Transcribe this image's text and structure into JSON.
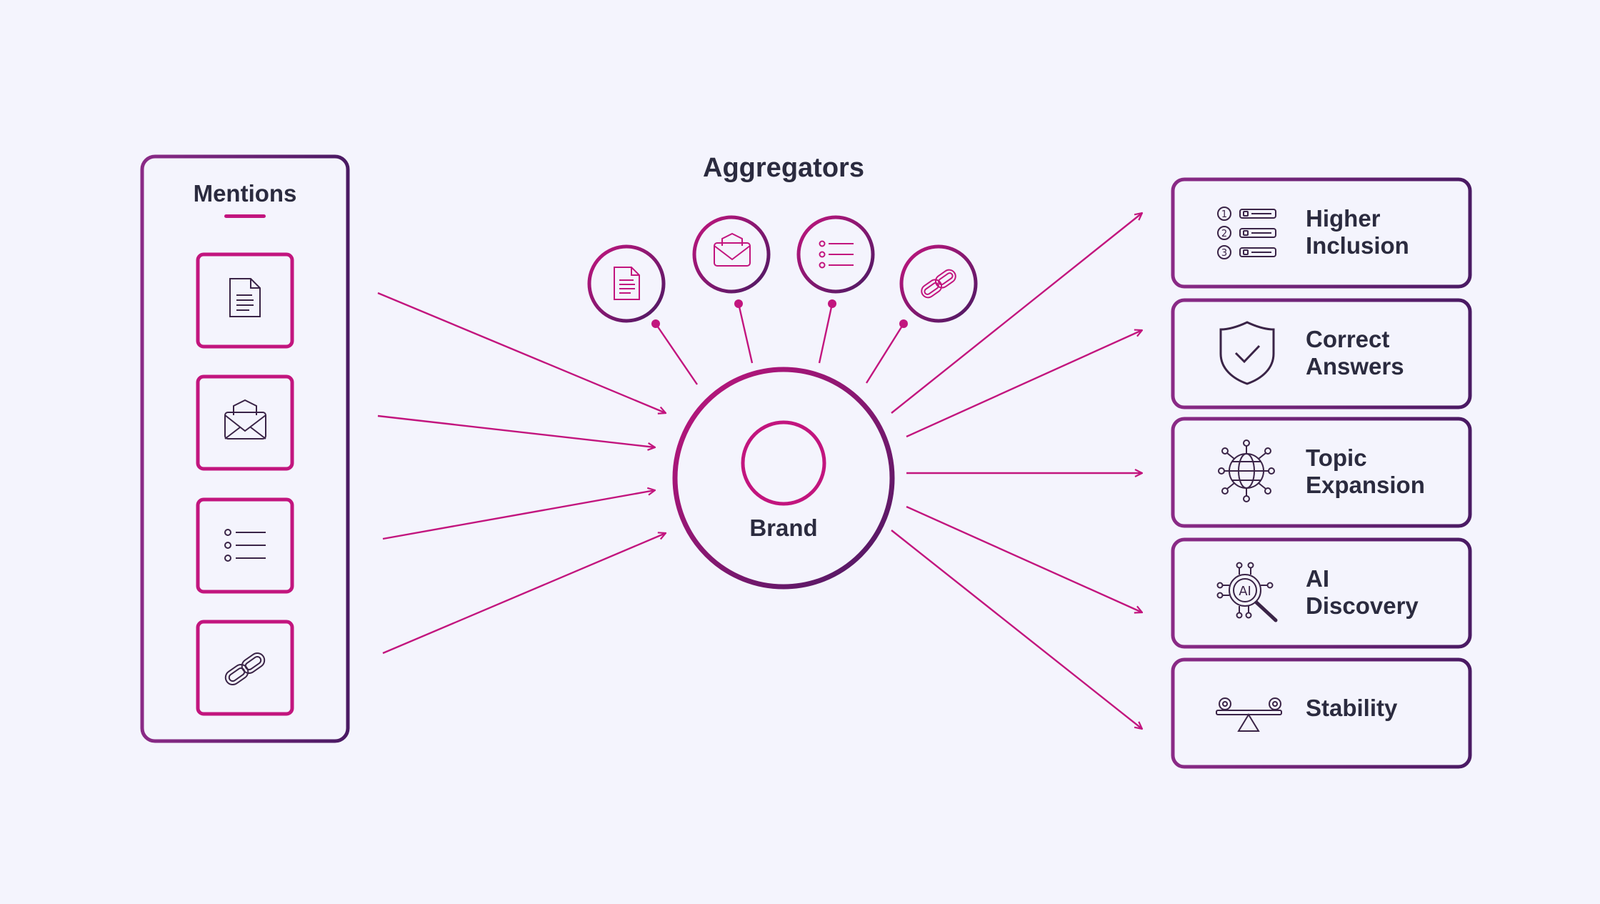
{
  "mentions": {
    "title": "Mentions",
    "items": [
      {
        "icon": "document-icon"
      },
      {
        "icon": "envelope-icon"
      },
      {
        "icon": "list-icon"
      },
      {
        "icon": "link-icon"
      }
    ]
  },
  "aggregators": {
    "title": "Aggregators",
    "items": [
      {
        "icon": "document-icon"
      },
      {
        "icon": "envelope-icon"
      },
      {
        "icon": "list-icon"
      },
      {
        "icon": "link-icon"
      }
    ]
  },
  "brand": {
    "label": "Brand"
  },
  "outcomes": [
    {
      "line1": "Higher",
      "line2": "Inclusion",
      "icon": "numbered-list-icon"
    },
    {
      "line1": "Correct",
      "line2": "Answers",
      "icon": "shield-check-icon"
    },
    {
      "line1": "Topic",
      "line2": "Expansion",
      "icon": "globe-network-icon"
    },
    {
      "line1": "AI",
      "line2": "Discovery",
      "icon": "ai-search-icon"
    },
    {
      "line1": "Stability",
      "line2": "",
      "icon": "balance-scale-icon"
    }
  ],
  "colors": {
    "magenta": "#c2157e",
    "purple": "#4a1a63",
    "text": "#2b2b3f",
    "background": "#f4f4fd"
  }
}
